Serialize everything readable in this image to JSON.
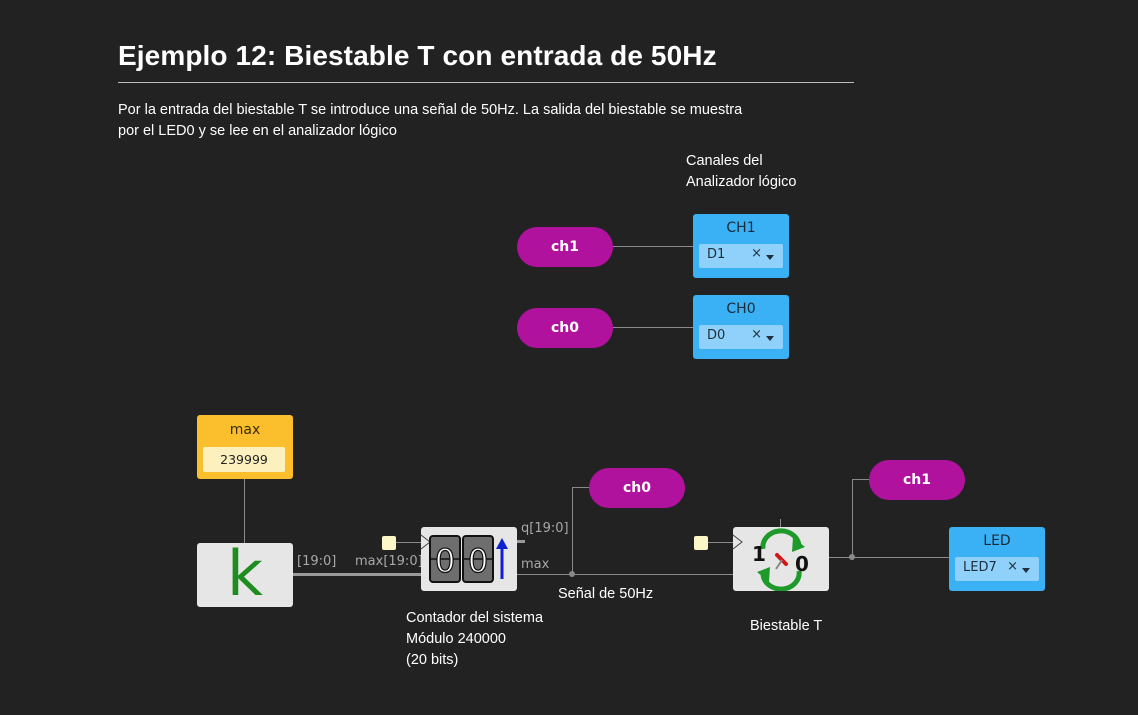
{
  "header": {
    "title": "Ejemplo 12: Biestable T con entrada de 50Hz",
    "description": "Por la entrada del biestable T se introduce una señal de 50Hz. La salida del biestable se muestra por el LED0 y se lee en el analizador lógico"
  },
  "analyzer": {
    "caption_line1": "Canales del",
    "caption_line2": "Analizador lógico",
    "ch1_label": "ch1",
    "ch0_label": "ch0",
    "ch1_box": {
      "title": "CH1",
      "value": "D1",
      "clear": "×"
    },
    "ch0_box": {
      "title": "CH0",
      "value": "D0",
      "clear": "×"
    }
  },
  "circuit": {
    "constant": {
      "title": "max",
      "value": "239999",
      "symbol": "k"
    },
    "bus_label_out": "[19:0]",
    "bus_label_in": "max[19:0]",
    "counter": {
      "digits": [
        "0",
        "0"
      ],
      "out_q": "q[19:0]",
      "out_max": "max",
      "caption_line1": "Contador del sistema",
      "caption_line2": "Módulo 240000",
      "caption_line3": "(20 bits)"
    },
    "signal_label": "Señal de 50Hz",
    "ch0_pill": "ch0",
    "ch1_pill": "ch1",
    "flipflop": {
      "left": "1",
      "right": "0",
      "caption": "Biestable T"
    },
    "led": {
      "title": "LED",
      "value": "LED7",
      "clear": "×"
    }
  },
  "colors": {
    "background": "#222222",
    "pill": "#b0129e",
    "blue_box": "#3ab0f5",
    "yellow_box": "#fbbf2d",
    "k_green": "#1e8c1e",
    "up_arrow": "#1020d0"
  }
}
